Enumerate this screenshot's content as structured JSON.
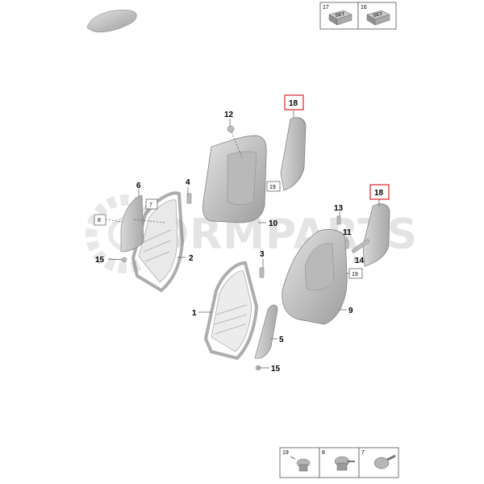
{
  "watermark": "ORMPARTS",
  "callouts": {
    "c1": "1",
    "c2": "2",
    "c3": "3",
    "c4": "4",
    "c5": "5",
    "c6": "6",
    "c7": "7",
    "c8": "8",
    "c9": "9",
    "c10": "10",
    "c11": "11",
    "c12": "12",
    "c13": "13",
    "c14": "14",
    "c15a": "15",
    "c15b": "15",
    "c18a": "18",
    "c18b": "18",
    "c19a": "19",
    "c19b": "19"
  },
  "top_legend": [
    {
      "number": "17",
      "text": "SET"
    },
    {
      "number": "16",
      "text": "SET"
    }
  ],
  "bottom_legend": [
    {
      "number": "19"
    },
    {
      "number": "8"
    },
    {
      "number": "7"
    }
  ],
  "colors": {
    "highlight": "#d9262a",
    "part_fill": "#cfcfcf",
    "part_dark": "#9a9a9a"
  }
}
